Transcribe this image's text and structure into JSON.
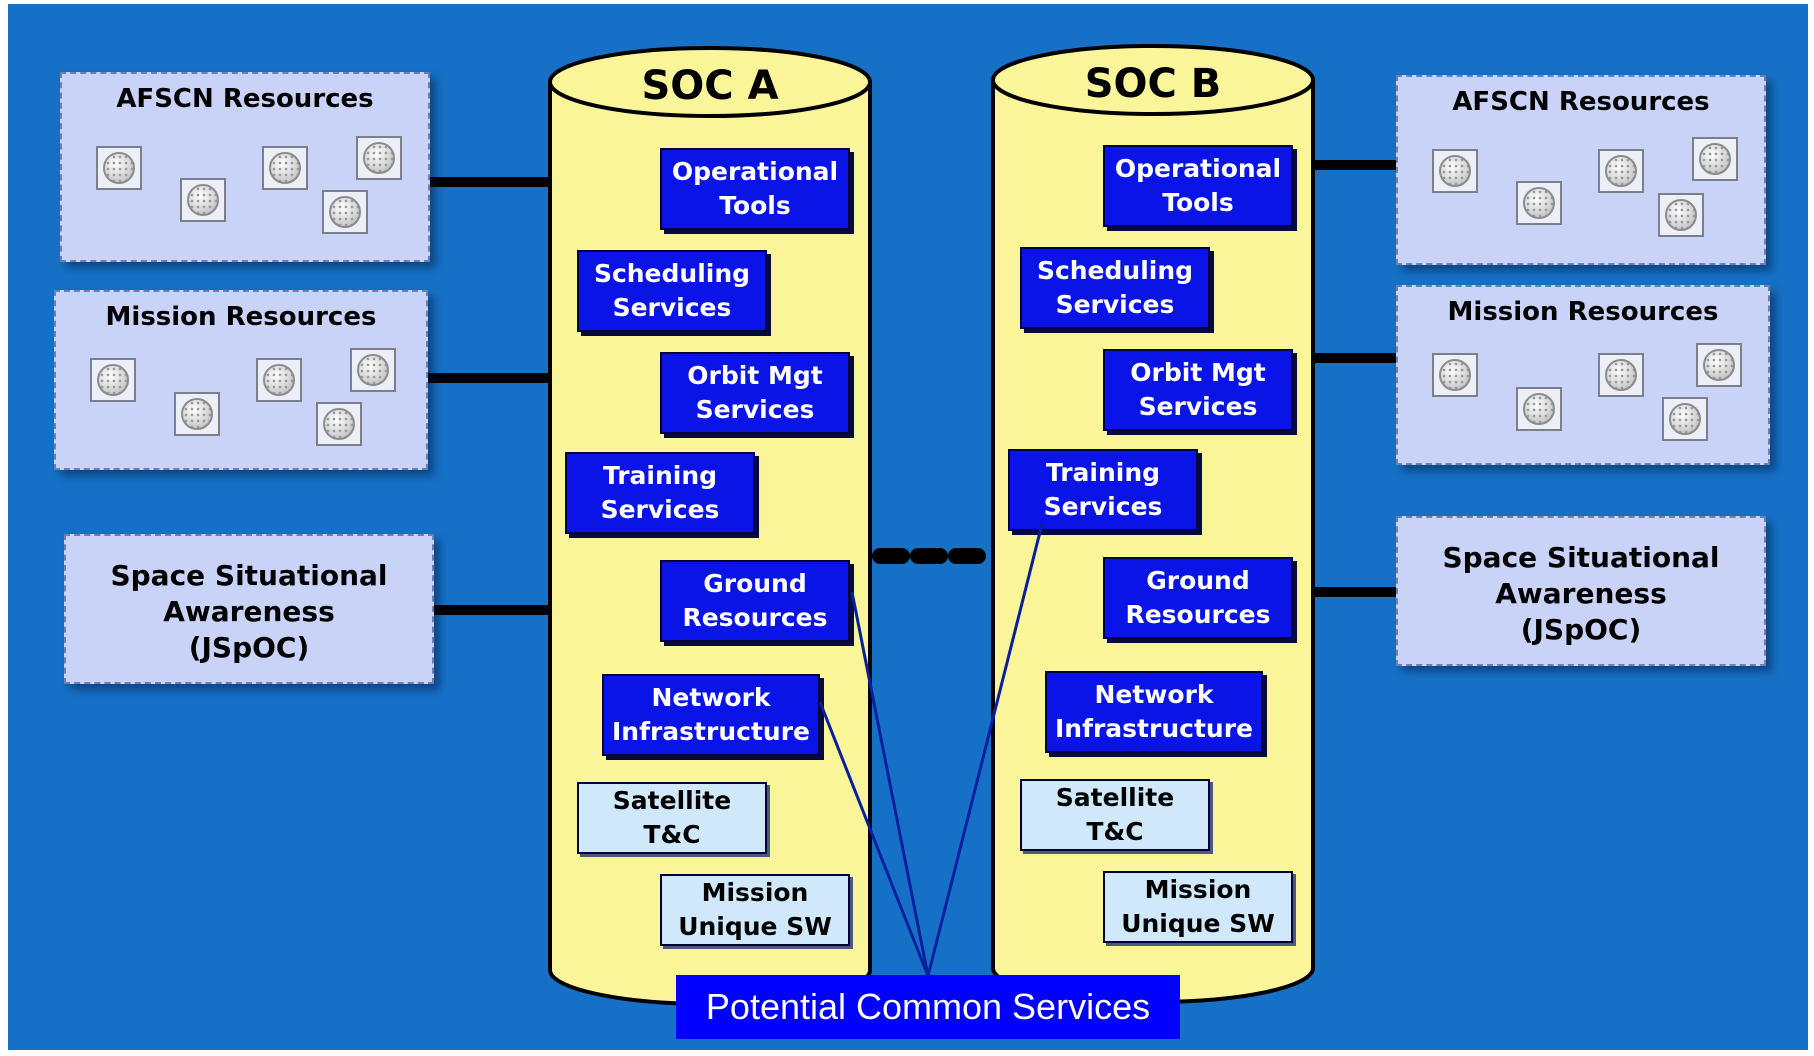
{
  "diagram": {
    "left_resources": {
      "afscn_title": "AFSCN Resources",
      "mission_title": "Mission Resources",
      "ssa_lines": [
        "Space Situational",
        "Awareness",
        "(JSpOC)"
      ]
    },
    "right_resources": {
      "afscn_title": "AFSCN Resources",
      "mission_title": "Mission Resources",
      "ssa_lines": [
        "Space Situational",
        "Awareness",
        "(JSpOC)"
      ]
    },
    "soc_a": {
      "title": "SOC A",
      "services": [
        "Operational\nTools",
        "Scheduling\nServices",
        "Orbit Mgt\nServices",
        "Training\nServices",
        "Ground\nResources",
        "Network\nInfrastructure",
        "Satellite\nT&C",
        "Mission\nUnique SW"
      ]
    },
    "soc_b": {
      "title": "SOC B",
      "services": [
        "Operational\nTools",
        "Scheduling\nServices",
        "Orbit Mgt\nServices",
        "Training\nServices",
        "Ground\nResources",
        "Network\nInfrastructure",
        "Satellite\nT&C",
        "Mission\nUnique SW"
      ]
    },
    "common_services_label": "Potential Common Services",
    "colors": {
      "background": "#1671c6",
      "cylinder": "#fbf59a",
      "service_box": "#0a14e6",
      "service_box_light": "#cfe9fb",
      "resource_box": "#c9d2f7",
      "callout_lines": "#0a1fa0"
    },
    "icons": {
      "resource_dish": "satellite-dish-icon"
    }
  }
}
